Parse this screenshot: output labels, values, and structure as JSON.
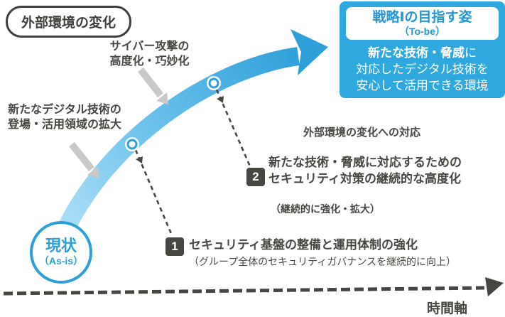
{
  "colors": {
    "curve_blue": "#2E9FD9",
    "curve_light_blue": "#B7E3F7",
    "box_blue": "#2FA7DF",
    "box_title_blue": "#2596D1",
    "dark_gray_text": "#474742",
    "impact_arrow_gray": "#C9C9C9"
  },
  "env_change_label": "外部環境の変化",
  "env_notes": [
    {
      "line1": "サイバー攻撃の",
      "line2": "高度化・巧妙化"
    },
    {
      "line1": "新たなデジタル技術の",
      "line2": "登場・活用領域の拡大"
    }
  ],
  "tobe": {
    "title": "戦略Ⅰの目指す姿",
    "subtitle": "（To-be）",
    "body1_bold": "新たな技術・脅威",
    "body1_rest": "に",
    "body2": "対応したデジタル技術を",
    "body3": "安心して活用できる環境"
  },
  "asis": {
    "title": "現状",
    "subtitle": "（As-is）"
  },
  "steps": [
    {
      "num": "1",
      "line1": "セキュリティ基盤の整備と運用体制の強化",
      "line2": "（グループ全体のセキュリティガバナンスを継続的に向上）"
    },
    {
      "num": "2",
      "caption": "外部環境の変化への対応",
      "line1": "新たな技術・脅威に対応するための",
      "line2": "セキュリティ対策の継続的な高度化",
      "note": "（継続的に強化・拡大）"
    }
  ],
  "axis_label": "時間軸"
}
